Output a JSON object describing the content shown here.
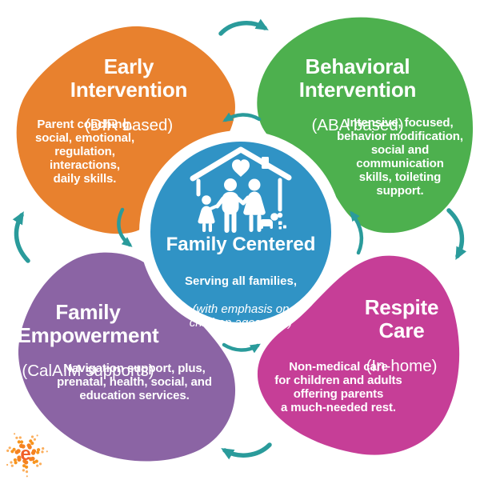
{
  "palette": {
    "teal": "#2A9B9B",
    "white": "#FFFFFF",
    "logo_orange": "#F15E29",
    "logo_dot": "#F7941D"
  },
  "nodes": {
    "early": {
      "title": "Early\nIntervention",
      "subtitle": "(DIR based)",
      "body": "Parent coaching,\nsocial, emotional,\nregulation,\ninteractions,\ndaily skills.",
      "color": "#E8812E"
    },
    "behavioral": {
      "title": "Behavioral\nIntervention",
      "subtitle": "(ABA based)",
      "body": "Intensive, focused,\nbehavior modification,\nsocial and\ncommunication\nskills, toileting\nsupport.",
      "color": "#4DB04E"
    },
    "empowerment": {
      "title": "Family\nEmpowerment",
      "subtitle": "(CalAIM supports)",
      "body": "Navigation support, plus,\nprenatal, health, social, and\neducation services.",
      "color": "#8B64A4"
    },
    "respite": {
      "title": "Respite\nCare",
      "subtitle": "(In-home)",
      "body": "Non-medical care\nfor children and adults\noffering parents\na much-needed rest.",
      "color": "#C63E97"
    },
    "center": {
      "title": "Family Centered",
      "subtitle": "Serving all families,",
      "emphasis": "(with emphasis on\nchildren ages 0-10)",
      "color": "#3093C5"
    }
  },
  "logo": {
    "letter": "e"
  }
}
